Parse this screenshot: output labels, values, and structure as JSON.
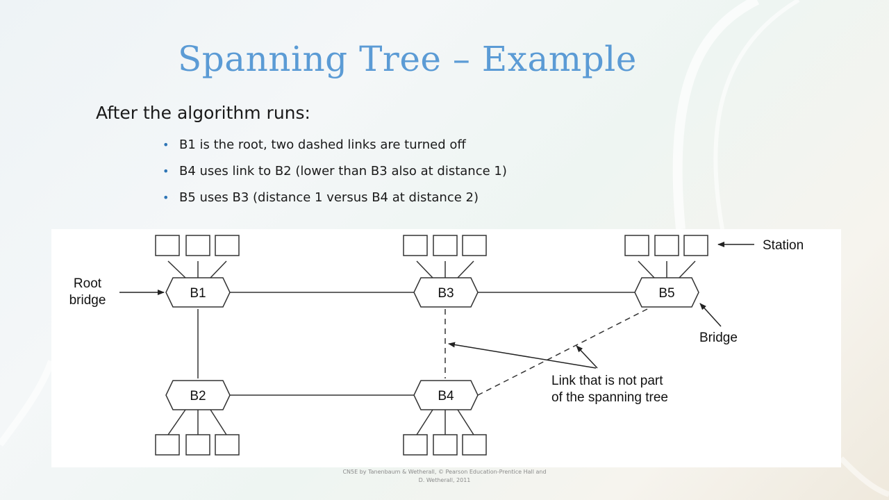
{
  "slide": {
    "title": "Spanning Tree – Example",
    "subtitle": "After the algorithm runs:",
    "bullets": [
      "B1 is the root, two dashed links are turned off",
      "B4 uses link to B2 (lower than B3 also at distance 1)",
      "B5 uses B3 (distance 1 versus B4 at distance 2)"
    ],
    "footer": "CN5E by Tanenbaum & Wetherall, © Pearson Education-Prentice Hall and D. Wetherall, 2011"
  },
  "diagram": {
    "bridges": [
      "B1",
      "B3",
      "B5",
      "B2",
      "B4"
    ],
    "labels": {
      "root_line1": "Root",
      "root_line2": "bridge",
      "station": "Station",
      "bridge": "Bridge",
      "link_line1": "Link that is not part",
      "link_line2": "of the spanning tree"
    }
  },
  "colors": {
    "title": "#5b9bd5",
    "bullet": "#2e75b6",
    "text": "#1a1a1a"
  }
}
